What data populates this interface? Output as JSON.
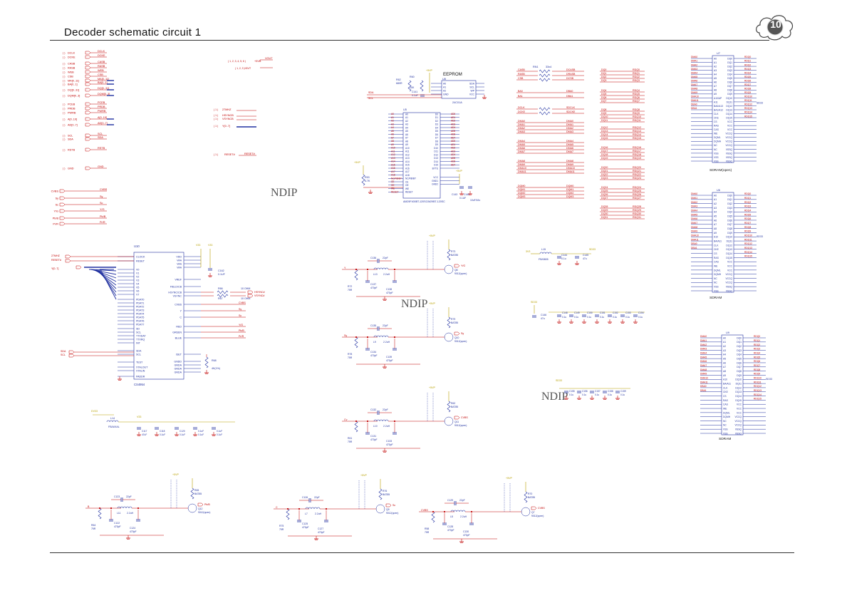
{
  "page": {
    "title": "Decoder schematic circuit 1",
    "page_number": "10",
    "watermarks": [
      "NDIP",
      "NDIP",
      "NDIP"
    ]
  },
  "colors": {
    "net": "#c00000",
    "bus": "#2030a0",
    "part": "#2030a0",
    "wire": "#c00000",
    "power": "#b8a000"
  },
  "left_block": {
    "net_labels_left": [
      "DCLK",
      "DCKE",
      "CASB",
      "RASB",
      "WEB",
      "CSB",
      "MA[0..11]",
      "BA[0..1]",
      "DQ[0..31]",
      "DQM[0..3]",
      "PCEB",
      "PRDB",
      "PWRB",
      "A[0..19]",
      "AD[0..7]",
      "SCL",
      "SDA",
      "RSTB",
      "GND"
    ],
    "net_labels_right": [
      "DCLK",
      "DCKE",
      "CASB",
      "RASB",
      "WEB",
      "CSB",
      "MA[0..11]",
      "BA[0..1]",
      "DQ[0..31]",
      "DQM[0..3]",
      "PCEB",
      "PRDB",
      "PWRB",
      "A[0..19]",
      "AD[0..7]",
      "SCL",
      "SDA",
      "RSTB",
      "GND"
    ],
    "mid_labels": [
      "+5VB",
      "+5VT",
      "VOUT",
      "27MHZ",
      "HSYNCB",
      "VSYNCB",
      "Y[0..7]",
      "RESET#"
    ],
    "video_ports": [
      "CVBS",
      "Sy",
      "Sc",
      "Y/G",
      "Pb/B",
      "Pr/R"
    ],
    "video_outs": [
      "CVBS",
      "Sy",
      "Sc",
      "Y/G",
      "Pb/B",
      "Pr/R"
    ]
  },
  "u10": {
    "ref": "U10",
    "part": "CS4954",
    "pins_left": [
      "CLOCK",
      "RESET",
      "V0",
      "V1",
      "V2",
      "V3",
      "V4",
      "V5",
      "V6",
      "V7",
      "PDAT0",
      "PDAT1",
      "PDAT2",
      "PDAT3",
      "PDAT4",
      "PDAT5",
      "PDAT6",
      "PDAT7",
      "SD",
      "SCL",
      "TTXDAT",
      "TTXRQ",
      "INT",
      "SDA",
      "SCL",
      "TEST",
      "XTALOUT",
      "XTALIN",
      "PADDR"
    ],
    "pins_right": [
      "VDD",
      "VAA",
      "VAA",
      "VAA",
      "VREF",
      "FIELD/CB",
      "HSYNC/CB",
      "VSYNC",
      "CVBS",
      "Y",
      "C",
      "RED",
      "GREEN",
      "BLUE",
      "ISET",
      "GNDD",
      "GNDA",
      "GNDA",
      "GNDA"
    ],
    "caps": [
      "C162",
      "0.1UF"
    ],
    "resistors": [
      "R66",
      "R67",
      "10 OHM",
      "10 OHM",
      "R68",
      "4K(1%)"
    ],
    "net_out": [
      "HSYNC#",
      "VSYNC#"
    ]
  },
  "eeprom": {
    "title": "EEPROM",
    "ref": "U8",
    "part": "24C01A",
    "pins": [
      "A0",
      "A1",
      "A2",
      "GND",
      "SDA",
      "SCL",
      "WP",
      "VCC"
    ],
    "r": [
      "R62",
      "R60",
      "680R",
      "10K"
    ],
    "c": [
      "C141",
      "0.1uF"
    ]
  },
  "u5_flash": {
    "ref": "U5",
    "part": "AM29F400BT-120SC/M29BT-120SC",
    "pins_left": [
      "A0",
      "A1",
      "A2",
      "A3",
      "A4",
      "A5",
      "A6",
      "A7",
      "A8",
      "A9",
      "A10",
      "A11",
      "A12",
      "A13",
      "A14",
      "A15",
      "A16",
      "A17",
      "A18",
      "NC/RB/BY",
      "CE",
      "OE",
      "WE",
      "RESET"
    ],
    "pins_right": [
      "D0",
      "D1",
      "D2",
      "D3",
      "D4",
      "D5",
      "D6",
      "D7",
      "D8",
      "D9",
      "D10",
      "D11",
      "D12",
      "D13",
      "D14",
      "D15",
      "BYTE",
      "VCC",
      "GND1",
      "GND2"
    ],
    "r": [
      "R53",
      "4.7K"
    ],
    "c": [
      "C143",
      "C142",
      "0.1UF",
      "10uF/16v"
    ]
  },
  "rn_block": {
    "ref": "RN1",
    "value": "33x4",
    "in_labels": [
      "CASB",
      "RASB",
      "CSB",
      "BA0",
      "BA1",
      "DCLK",
      "DCKE",
      "DMA0",
      "DMA1",
      "DMA2",
      "DMA3",
      "DMA4",
      "DMA5",
      "DMA6",
      "DMA7",
      "DMA8",
      "DMA9",
      "DMA10",
      "DMA11",
      "DQM0",
      "DQM1",
      "DQM2",
      "DQM3"
    ],
    "out_labels": [
      "DCASB",
      "DRASB",
      "DCSB",
      "DWEB",
      "DBA0",
      "DBA1",
      "SDCLK",
      "SDCKE",
      "DMA0",
      "DMA1",
      "DMA2",
      "DMA3",
      "DMA4",
      "DMA5",
      "DMA6",
      "DMA7",
      "DMA8",
      "DMA9",
      "DMA10",
      "DMA11",
      "DQM0",
      "DQM1",
      "DQM2",
      "DQM3"
    ],
    "dq_in": [
      "DQ0",
      "DQ1",
      "DQ2",
      "DQ3",
      "DQ4",
      "DQ5",
      "DQ6",
      "DQ7",
      "DQ8",
      "DQ9",
      "DQ10",
      "DQ11",
      "DQ12",
      "DQ13",
      "DQ14",
      "DQ15",
      "DQ16",
      "DQ17",
      "DQ18",
      "DQ19",
      "DQ20",
      "DQ21",
      "DQ22",
      "DQ23",
      "DQ24",
      "DQ25",
      "DQ26",
      "DQ27",
      "DQ28",
      "DQ29",
      "DQ30",
      "DQ31"
    ],
    "dq_out": [
      "RDQ0",
      "RDQ1",
      "RDQ2",
      "RDQ3",
      "RDQ4",
      "RDQ5",
      "RDQ6",
      "RDQ7",
      "RDQ8",
      "RDQ9",
      "RDQ10",
      "RDQ11",
      "RDQ12",
      "RDQ13",
      "RDQ14",
      "RDQ15",
      "RDQ16",
      "RDQ17",
      "RDQ18",
      "RDQ19",
      "RDQ20",
      "RDQ21",
      "RDQ22",
      "RDQ23",
      "RDQ24",
      "RDQ25",
      "RDQ26",
      "RDQ27",
      "RDQ28",
      "RDQ29",
      "RDQ30",
      "RDQ31"
    ]
  },
  "sdram_top": {
    "ref": "U7",
    "label": "SDRAM(open)",
    "left_pins": [
      "A0",
      "A1",
      "A2",
      "A3",
      "A4",
      "A5",
      "A6",
      "A7",
      "A8",
      "A9",
      "A10/AP",
      "A11",
      "BA0/A13",
      "BA1/A12",
      "CLK",
      "CKE",
      "CS",
      "RAS",
      "CAS",
      "WE",
      "DQML",
      "DQMH",
      "NC",
      "NC",
      "VSS",
      "VSS",
      "VSS"
    ],
    "right_pins": [
      "DQ0",
      "DQ1",
      "DQ2",
      "DQ3",
      "DQ4",
      "DQ5",
      "DQ6",
      "DQ7",
      "DQ8",
      "DQ9",
      "DQ10",
      "DQ11",
      "DQ12",
      "DQ13",
      "DQ14",
      "DQ15",
      "VCC",
      "VCC",
      "VCC",
      "VCCQ",
      "VCCQ",
      "VCCQ",
      "VCCQ",
      "VSSQ",
      "VSSQ",
      "VSSQ",
      "VSSQ"
    ],
    "power": "SD33"
  },
  "sdram_mid": {
    "ref": "U6",
    "label": "SDRAM",
    "left_pins": [
      "A0",
      "A1",
      "A2",
      "A3",
      "A4",
      "A5",
      "A6",
      "A7",
      "A8",
      "A9",
      "A10",
      "BA/A11",
      "CLK",
      "CKE",
      "CS",
      "RAS",
      "CAS",
      "WE",
      "DQML",
      "DQMH",
      "NC",
      "NC",
      "VSS",
      "VSS"
    ],
    "right_pins": [
      "DQ0",
      "DQ1",
      "DQ2",
      "DQ3",
      "DQ4",
      "DQ5",
      "DQ6",
      "DQ7",
      "DQ8",
      "DQ9",
      "DQ10",
      "DQ11",
      "DQ12",
      "DQ13",
      "DQ14",
      "DQ15",
      "VCC",
      "VCC",
      "VCC",
      "VCCQ",
      "VCCQ",
      "VCCQ",
      "VSSQ",
      "VSSQ"
    ],
    "power": "SD33"
  },
  "sdram_bot": {
    "ref": "U9",
    "label": "SDRAM",
    "left_pins": [
      "A0",
      "A1",
      "A2",
      "A3",
      "A4",
      "A5",
      "A6",
      "A7",
      "A8",
      "A9",
      "A10",
      "BA/A11",
      "CLK",
      "CKE",
      "CS",
      "RAS",
      "CAS",
      "WE",
      "DQML",
      "DQMH",
      "NC",
      "NC",
      "VSS",
      "VSS"
    ],
    "right_pins": [
      "DQ0",
      "DQ1",
      "DQ2",
      "DQ3",
      "DQ4",
      "DQ5",
      "DQ6",
      "DQ7",
      "DQ8",
      "DQ9",
      "DQ10",
      "DQ11",
      "DQ12",
      "DQ13",
      "DQ14",
      "DQ15",
      "VCC",
      "VCC",
      "VCC",
      "VCCQ",
      "VCCQ",
      "VCCQ",
      "VSSQ",
      "VSSQ"
    ],
    "power": "SD33"
  },
  "power_filters": {
    "l_sd": [
      "L15",
      "FB/0805",
      "C144",
      "0.1u",
      "C145",
      "47u",
      "3V3",
      "SD33"
    ],
    "sd_caps": [
      "C146",
      "47u",
      "C148",
      "C149",
      "C150",
      "C151",
      "C152",
      "C153",
      "C154",
      "0.1u"
    ],
    "sd_caps2": [
      "C155",
      "C156",
      "C157",
      "C158",
      "C159",
      "C160",
      "0.1u"
    ],
    "l_dv": [
      "L14",
      "FB/AXIAL",
      "DV33",
      "V33",
      "C117",
      "47uF",
      "C118",
      "C119",
      "C120",
      "C121",
      "0.1uF"
    ]
  },
  "video_filters": [
    {
      "input": "Y",
      "output": "Y/G",
      "caps": [
        "C136",
        "22pF",
        "C137",
        "470pF",
        "C138",
        "470pF"
      ],
      "l": [
        "L13",
        "2.2uH"
      ],
      "r": [
        "R72",
        "75R",
        "R73",
        "BAT85",
        "R74",
        "BAT85"
      ],
      "q": [
        "Q8",
        "9012(open)"
      ]
    },
    {
      "input": "Sy",
      "output": "Sy",
      "caps": [
        "C135",
        "22pF",
        "C134",
        "470pF",
        "C139",
        "470pF"
      ],
      "l": [
        "L9",
        "2.2uH"
      ],
      "r": [
        "R78",
        "75R",
        "R79",
        "BAT85",
        "R80",
        "BAT85"
      ],
      "q": [
        "Q10",
        "9012(open)"
      ]
    },
    {
      "input": "Cv",
      "output": "CVBS",
      "caps": [
        "C132",
        "22pF",
        "C131",
        "470pF",
        "C133",
        "470pF"
      ],
      "l": [
        "L10",
        "2.2uH"
      ],
      "r": [
        "R61",
        "75R",
        "R62",
        "BAT85",
        "R63",
        "BAT85"
      ],
      "q": [
        "Q11",
        "9012(open)"
      ]
    },
    {
      "input": "B",
      "output": "Pb/B",
      "caps": [
        "C123",
        "22pF",
        "C122",
        "470pF",
        "C124",
        "470pF"
      ],
      "l": [
        "L11",
        "2.2uH"
      ],
      "r": [
        "R64",
        "75R",
        "R65",
        "BAT85",
        "R60",
        "BAT85"
      ],
      "q": [
        "Q12",
        "9012(open)"
      ]
    },
    {
      "input": "C",
      "output": "Sc",
      "caps": [
        "C126",
        "22pF",
        "C125",
        "470pF",
        "C127",
        "470pF"
      ],
      "l": [
        "L7",
        "2.2uH"
      ],
      "r": [
        "R75",
        "75R",
        "R76",
        "BAT85",
        "R77",
        "BAT85"
      ],
      "q": [
        "Q9",
        "9012(open)"
      ]
    },
    {
      "input": "CVBS",
      "output": "CVBS",
      "caps": [
        "C129",
        "22pF",
        "C128",
        "470pF",
        "C130",
        "470pF"
      ],
      "l": [
        "L8",
        "2.2uH"
      ],
      "r": [
        "R58",
        "75R",
        "R70",
        "BAT85",
        "R71",
        "BAT85"
      ],
      "q": [
        "Q7",
        "9012(open)"
      ]
    }
  ]
}
